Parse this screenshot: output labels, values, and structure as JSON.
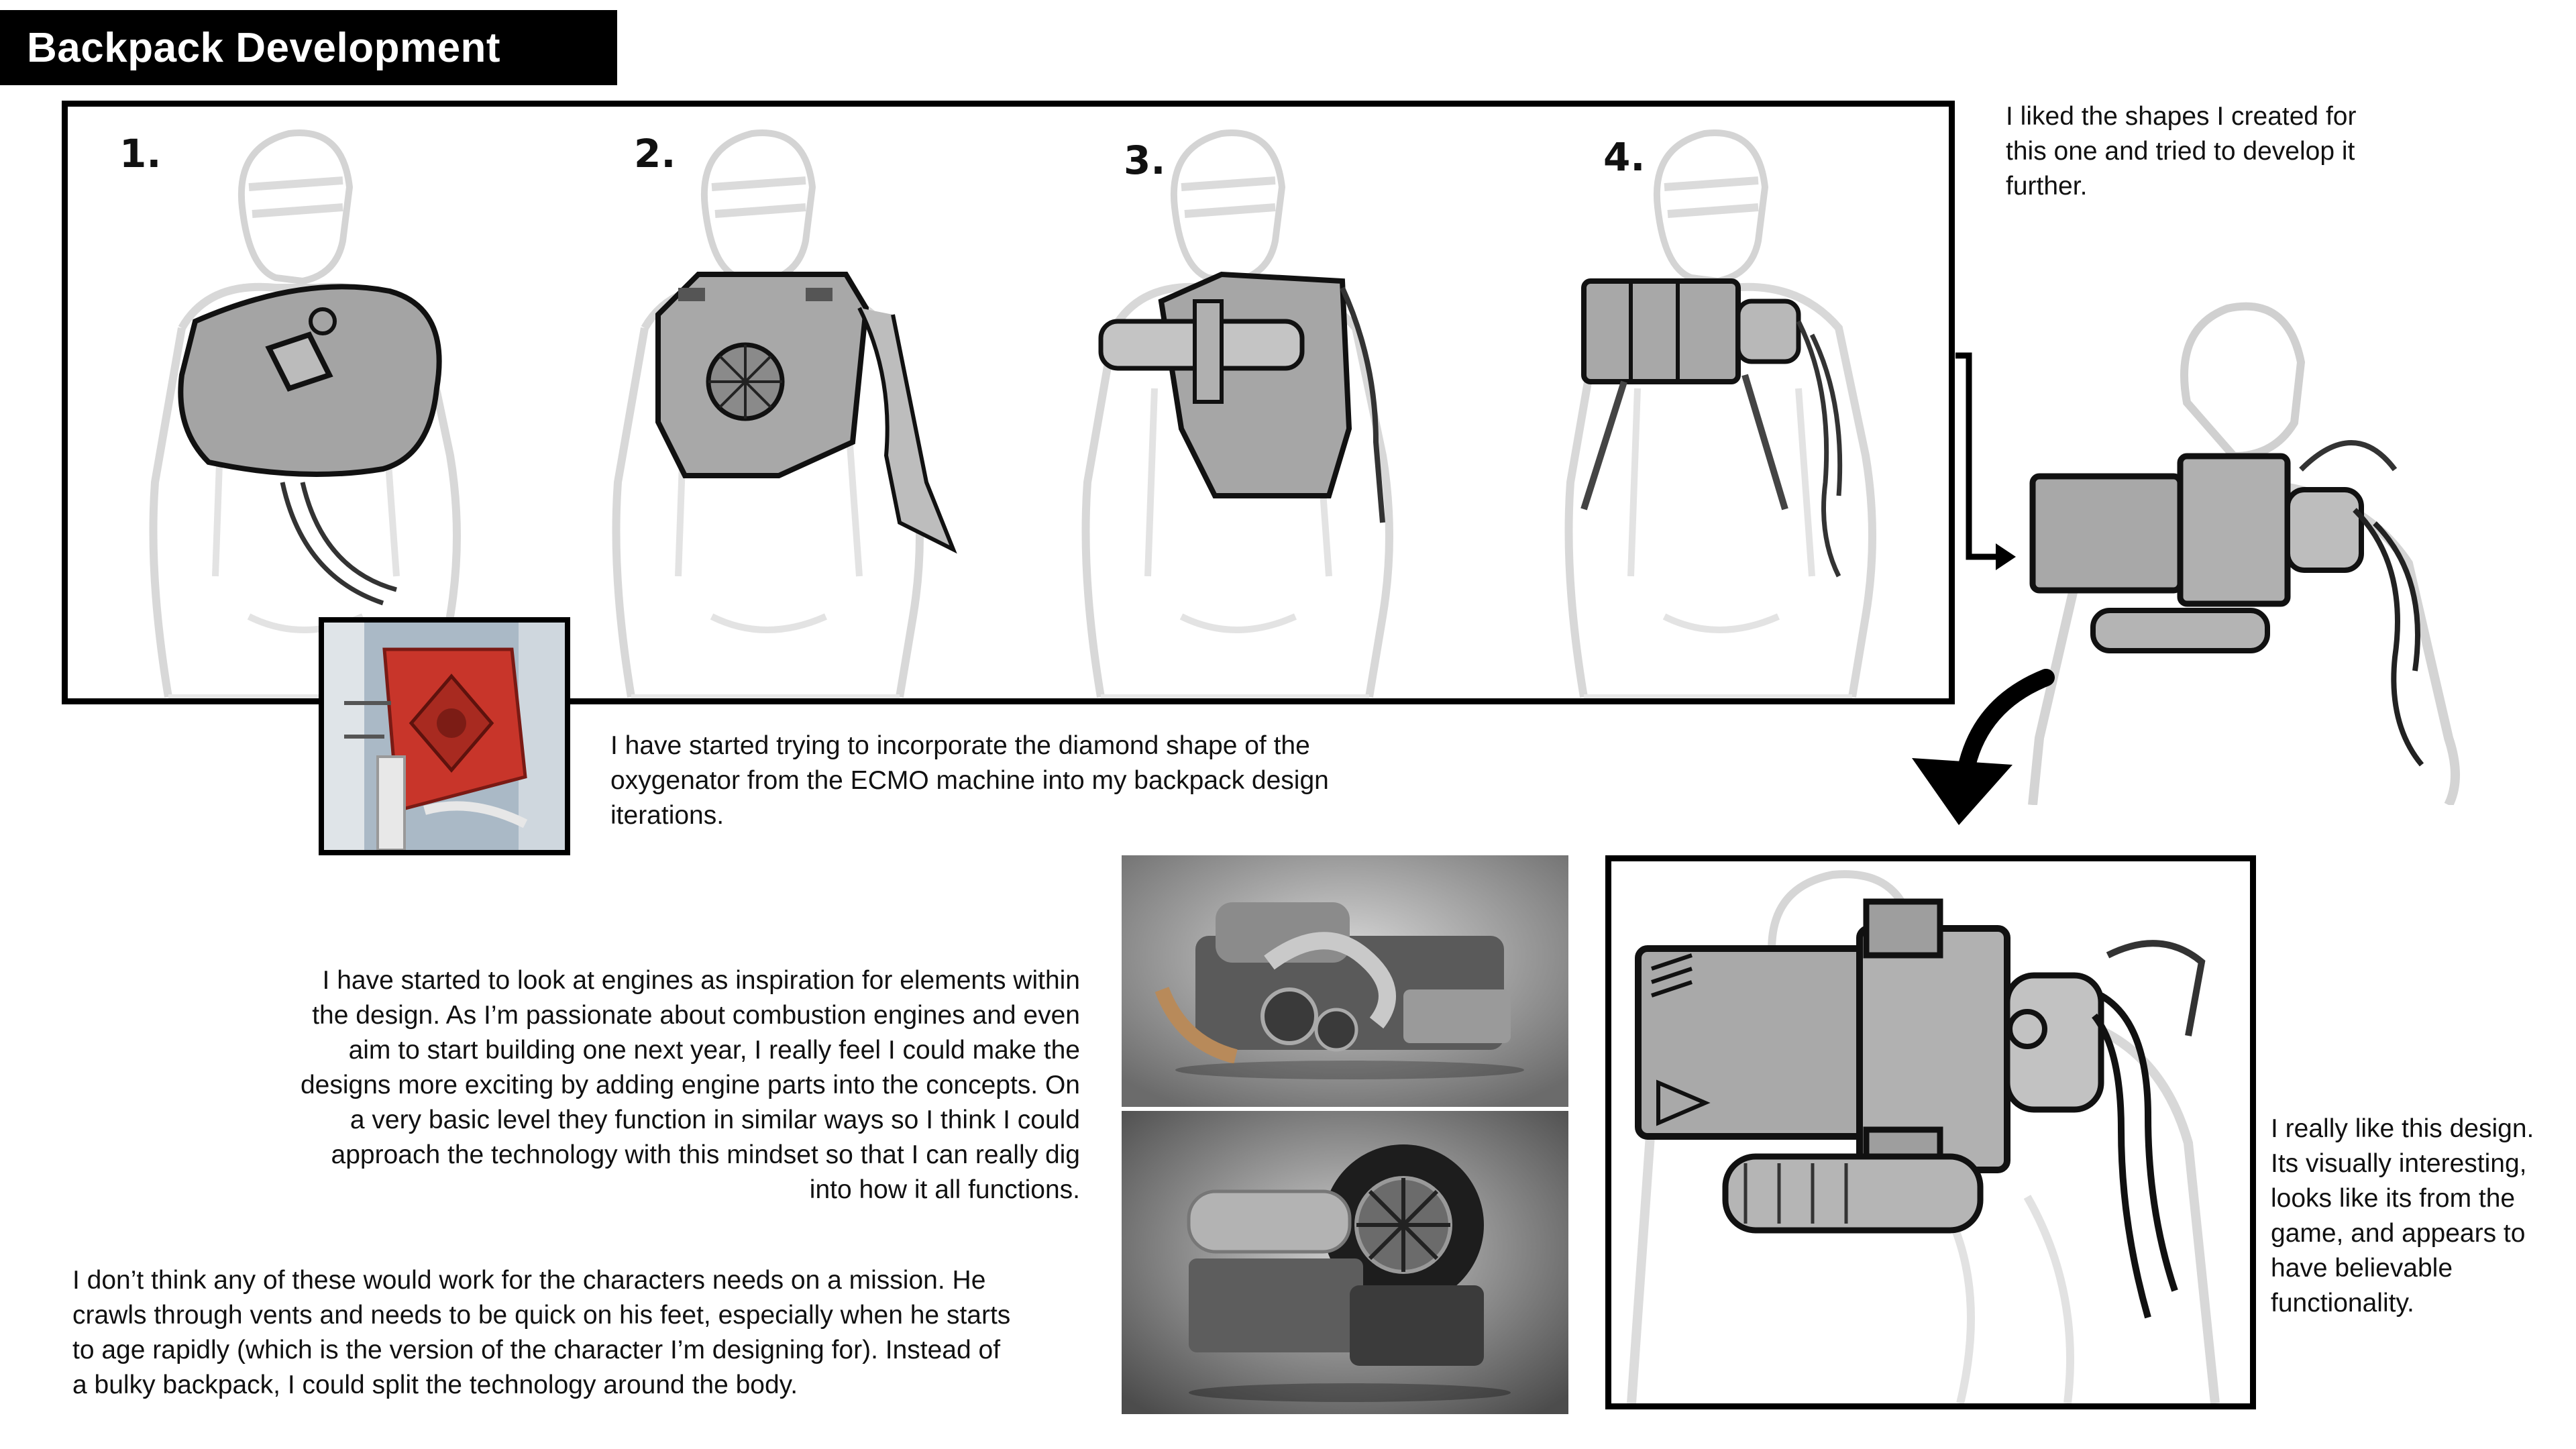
{
  "title": "Backpack Development",
  "sketch_numbers": [
    "1.",
    "2.",
    "3.",
    "4."
  ],
  "notes": {
    "shapes_note": "I liked the shapes I created for this one and tried to develop it further.",
    "diamond_note": "I have started trying to incorporate the diamond shape of the oxygenator from the ECMO machine into my backpack design iterations.",
    "engine_note": "I have started to look at engines as inspiration for elements within the design. As I’m passionate about combustion engines and even aim to start building one next year, I really feel I could make the designs more exciting by adding engine parts into the concepts. On a very basic level they function in similar ways so I think I could approach the technology with this mindset so that I can really dig into how it all functions.",
    "mission_note": "I don’t think any of these would work for the characters needs on a mission. He crawls through vents and needs to be quick on his feet, especially when he starts to age rapidly (which is the version of the character I’m designing for). Instead of a bulky backpack, I could split the technology around the body.",
    "final_note": "I really like this design. Its visually interesting, looks like its from the game, and appears to have believable functionality."
  },
  "colors": {
    "title_bg": "#000000",
    "title_text": "#ffffff",
    "sketch_fill": "#9a9a9a",
    "ecmo_red": "#c8352a"
  },
  "icons": [
    "arrow-right-icon",
    "curved-arrow-down-icon"
  ]
}
